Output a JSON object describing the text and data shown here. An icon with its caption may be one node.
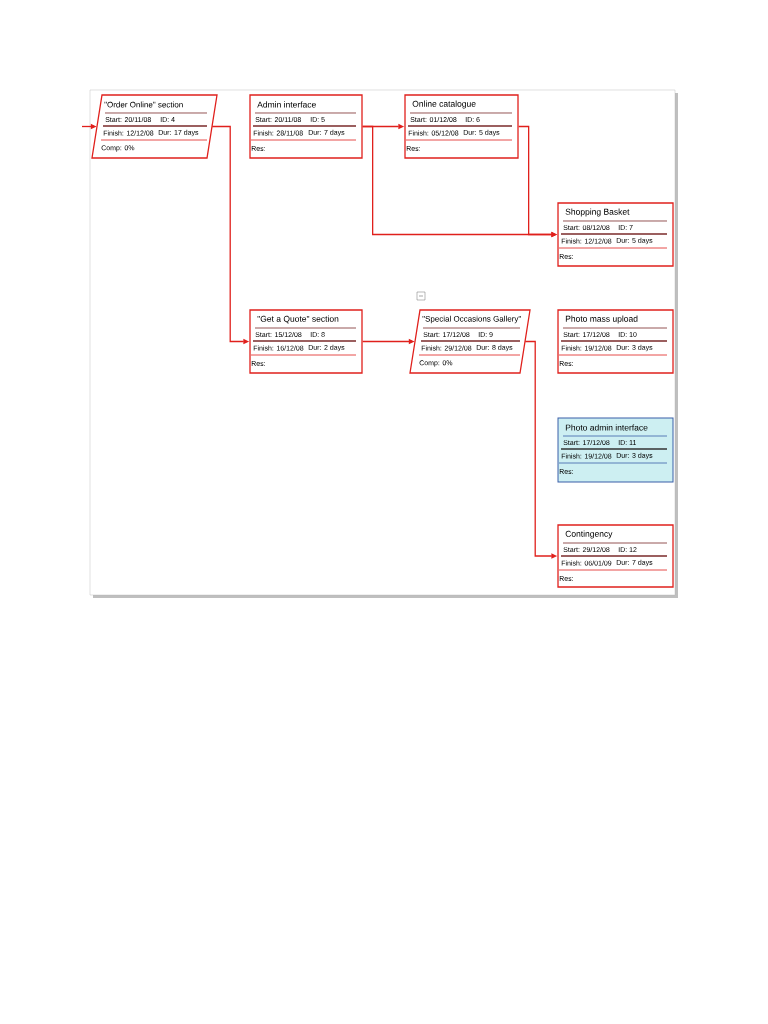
{
  "diagram": {
    "nodes": [
      {
        "text": [
          "\"Order Online\" section",
          "Start: 20/11/08",
          "ID: 4",
          "Finish: 12/12/08",
          "Dur: 17 days",
          "Comp: 0%"
        ]
      },
      {
        "text": [
          "Admin interface",
          "Start: 20/11/08",
          "ID: 5",
          "Finish: 28/11/08",
          "Dur: 7 days",
          "Res:"
        ]
      },
      {
        "text": [
          "Online catalogue",
          "Start: 01/12/08",
          "ID: 6",
          "Finish: 05/12/08",
          "Dur: 5 days",
          "Res:"
        ]
      },
      {
        "text": [
          "Shopping Basket",
          "Start: 08/12/08",
          "ID: 7",
          "Finish: 12/12/08",
          "Dur: 5 days",
          "Res:"
        ]
      },
      {
        "text": [
          "\"Get a Quote\" section",
          "Start: 15/12/08",
          "ID: 8",
          "Finish: 16/12/08",
          "Dur: 2 days",
          "Res:"
        ]
      },
      {
        "text": [
          "\"Special Occasions Gallery\"",
          "Start: 17/12/08",
          "ID: 9",
          "Finish: 29/12/08",
          "Dur: 8 days",
          "Comp: 0%"
        ]
      },
      {
        "text": [
          "Photo mass upload",
          "Start: 17/12/08",
          "ID: 10",
          "Finish: 19/12/08",
          "Dur: 3 days",
          "Res:"
        ]
      },
      {
        "text": [
          "Photo admin interface",
          "Start: 17/12/08",
          "ID: 11",
          "Finish: 19/12/08",
          "Dur: 3 days",
          "Res:"
        ]
      },
      {
        "text": [
          "Contingency",
          "Start: 29/12/08",
          "ID: 12",
          "Finish: 06/01/09",
          "Dur: 7 days",
          "Res:"
        ]
      }
    ],
    "edges": [
      {
        "from": null,
        "to": 0,
        "arrow": "to"
      },
      {
        "from": 0,
        "to": 4,
        "arrow": "to"
      },
      {
        "from": 1,
        "to": 2,
        "arrow": "to"
      },
      {
        "from": 1,
        "to": 3,
        "arrow": "to"
      },
      {
        "from": 2,
        "to": 3,
        "arrow": "to"
      },
      {
        "from": 4,
        "to": 5,
        "arrow": "to"
      },
      {
        "from": 5,
        "to": 8,
        "arrow": "to"
      }
    ]
  }
}
